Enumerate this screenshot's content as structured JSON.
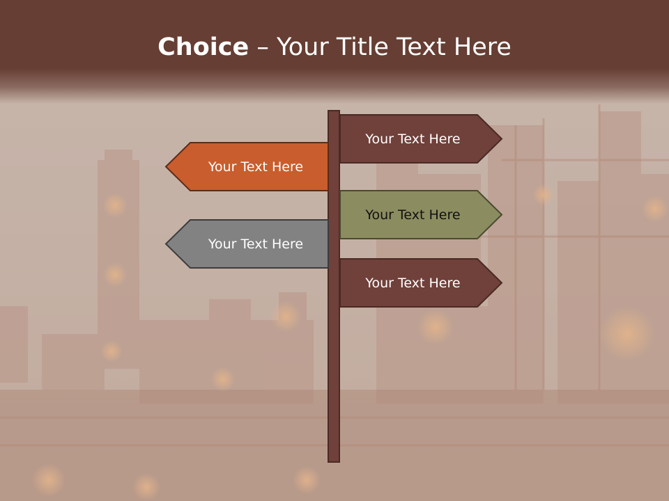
{
  "title": {
    "bold": "Choice",
    "dash": " – ",
    "rest": "Your Title Text Here"
  },
  "signs": {
    "right_top": "Your Text Here",
    "right_mid": "Your Text Here",
    "right_bot": "Your Text Here",
    "left_top": "Your Text Here",
    "left_bot": "Your Text Here"
  },
  "colors": {
    "title_bar": "#663e33",
    "sign_brown": "#70403a",
    "sign_orange": "#c95d2e",
    "sign_olive": "#8b8c60",
    "sign_gray": "#828282",
    "post": "#70403a",
    "background": "#c9b6ab"
  }
}
